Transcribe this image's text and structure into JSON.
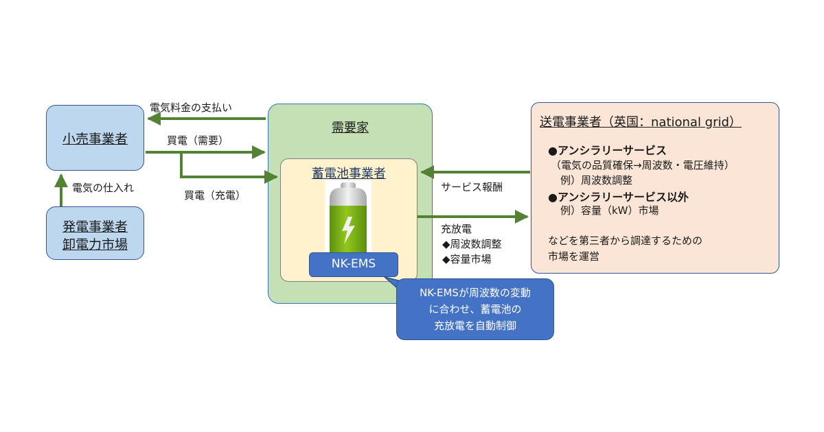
{
  "diagram": {
    "nodes": {
      "retailer": {
        "label": "小売事業者"
      },
      "generator": {
        "lines": [
          "発電事業者",
          "卸電力市場"
        ]
      },
      "consumer": {
        "label": "需要家"
      },
      "battery_operator": {
        "label": "蓄電池事業者"
      },
      "nk_ems": {
        "label": "NK-EMS"
      },
      "tso": {
        "title": "送電事業者（英国：national grid）",
        "items": [
          {
            "text": "●アンシラリーサービス",
            "bold": true
          },
          {
            "text": "（電気の品質確保→周波数・電圧維持）",
            "bold": false
          },
          {
            "text": "例）周波数調整",
            "bold": false
          },
          {
            "text": "●アンシラリーサービス以外",
            "bold": true
          },
          {
            "text": "例）容量（kW）市場",
            "bold": false
          }
        ],
        "footer": [
          "などを第三者から調達するための",
          "市場を運営"
        ]
      }
    },
    "edges": {
      "payment": "電気料金の支払い",
      "buy_demand": "買電（需要）",
      "buy_charge": "買電（充電）",
      "procurement": "電気の仕入れ",
      "service_fee": "サービス報酬",
      "charge_discharge": {
        "title": "充放電",
        "items": [
          "◆周波数調整",
          "◆容量市場"
        ]
      }
    },
    "callout": {
      "lines": [
        "NK-EMSが周波数の変動",
        "に合わせ、蓄電池の",
        "充放電を自動制御"
      ]
    },
    "colors": {
      "arrow": "#548235",
      "blue_box": "#bdd7ee",
      "green_box": "#c5e0b4",
      "cream_box": "#fff2cc",
      "pink_box": "#fbe5d6",
      "nk_ems": "#4472c4",
      "battery_green": "#7ab317"
    }
  }
}
